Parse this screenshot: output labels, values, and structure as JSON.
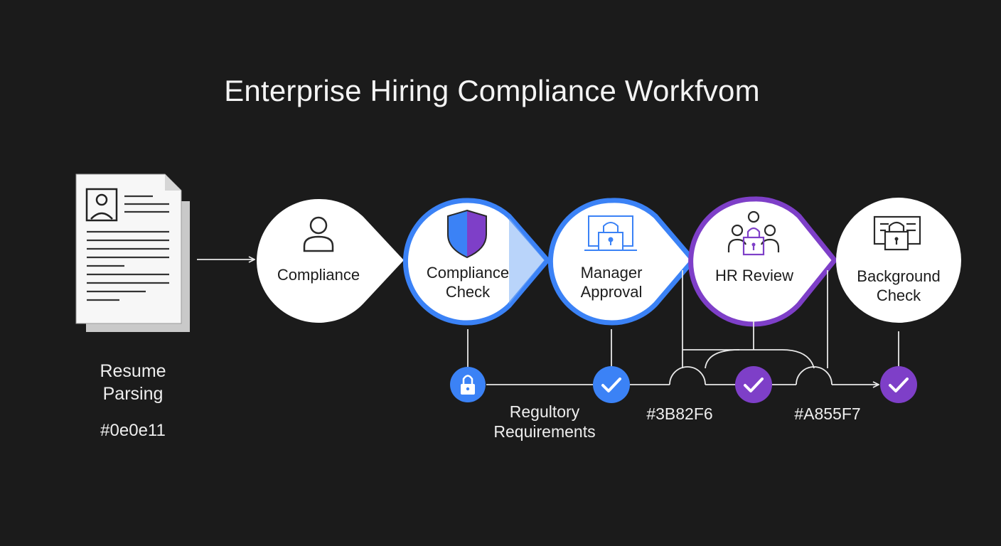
{
  "title": "Enterprise Hiring Compliance Workfvom",
  "document": {
    "label_line1": "Resume",
    "label_line2": "Parsing",
    "code": "#0e0e11"
  },
  "nodes": [
    {
      "id": "compliance",
      "line1": "Compliance",
      "line2": "",
      "icon": "user-icon",
      "ring": "none"
    },
    {
      "id": "compliance-check",
      "line1": "Compliance",
      "line2": "Check",
      "icon": "shield-icon",
      "ring": "#3B82F6"
    },
    {
      "id": "manager-approval",
      "line1": "Manager",
      "line2": "Approval",
      "icon": "monitor-lock-icon",
      "ring": "#3B82F6"
    },
    {
      "id": "hr-review",
      "line1": "HR Review",
      "line2": "",
      "icon": "group-lock-icon",
      "ring": "#7E3FC8"
    },
    {
      "id": "background-check",
      "line1": "Background",
      "line2": "Check",
      "icon": "id-card-lock-icon",
      "ring": "none"
    }
  ],
  "badges": [
    {
      "icon": "lock-icon",
      "color": "#3B82F6"
    },
    {
      "icon": "check-icon",
      "color": "#3B82F6"
    },
    {
      "icon": "check-icon",
      "color": "#7E3FC8"
    },
    {
      "icon": "check-icon",
      "color": "#7E3FC8"
    }
  ],
  "annotations": {
    "requirements_line1": "Regultory",
    "requirements_line2": "Requirements",
    "blue_code": "#3B82F6",
    "purple_code": "#A855F7"
  },
  "colors": {
    "background": "#1b1b1b",
    "blue": "#3B82F6",
    "purple": "#7E3FC8",
    "node_fill": "#ffffff",
    "line": "#e8e8e8"
  }
}
